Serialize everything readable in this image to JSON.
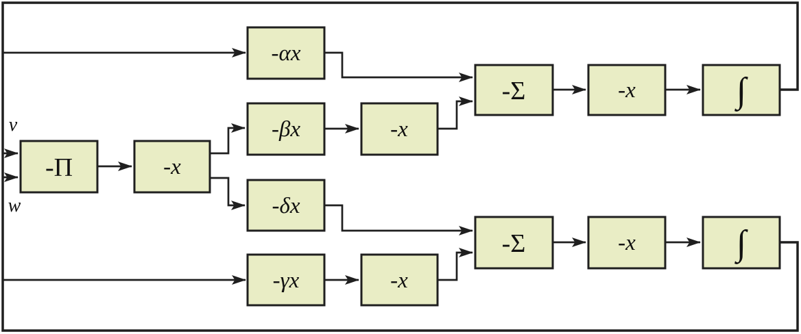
{
  "figure": {
    "kind": "analog-computer block diagram (two coupled feedback loops)",
    "colors": {
      "box_fill": "#e9edc5",
      "box_stroke": "#1f1f1f",
      "line_color": "#1f1f1f",
      "text_color": "#111111",
      "bg": "#ffffff"
    },
    "input_labels": {
      "v": "v",
      "w": "w"
    },
    "blocks": {
      "product": "-Π",
      "inverter_main": "-x",
      "gain_alpha": "-αx",
      "gain_beta": "-βx",
      "gain_delta": "-δx",
      "gain_gamma": "-γx",
      "inverter_beta": "-x",
      "inverter_gamma": "-x",
      "sum_top": "-Σ",
      "inverter_top": "-x",
      "integrator_top": "∫",
      "sum_bottom": "-Σ",
      "inverter_bottom": "-x",
      "integrator_bottom": "∫"
    }
  }
}
